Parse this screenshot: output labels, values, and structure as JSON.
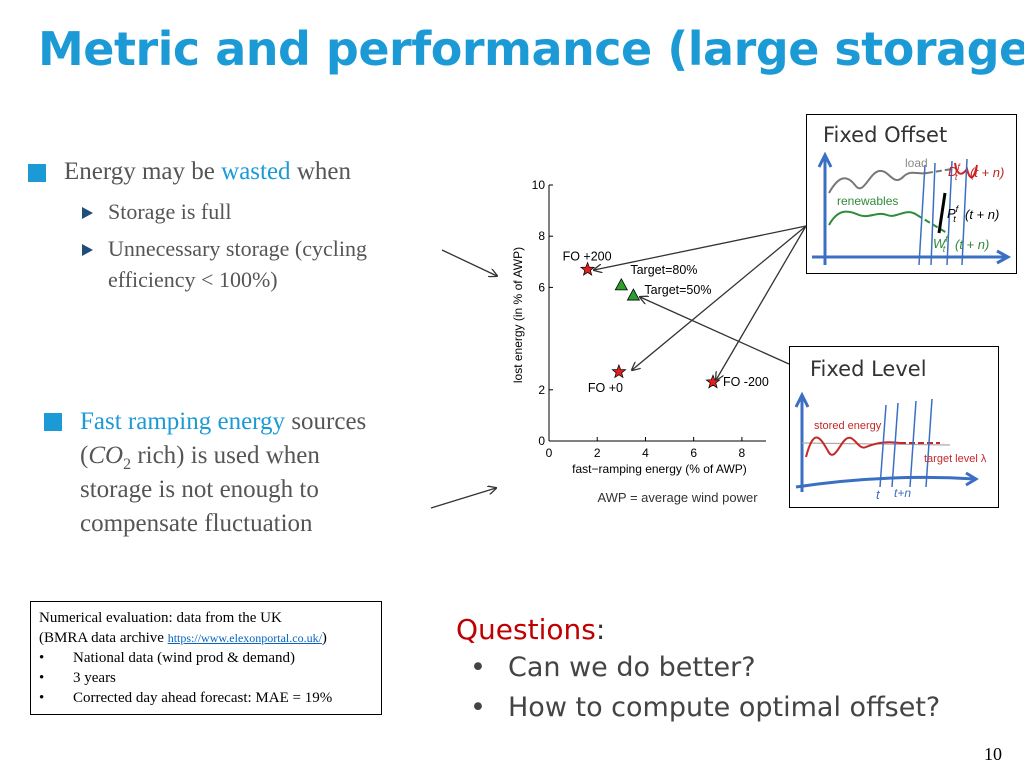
{
  "slide": {
    "title": "Metric and performance (large storage)",
    "page_number": "10"
  },
  "bullets": {
    "b1_pre": "Energy may be ",
    "b1_accent": "wasted",
    "b1_post": " when",
    "sub1": "Storage is full",
    "sub2_line1": "Unnecessary storage (cycling",
    "sub2_line2": "efficiency < 100%)",
    "b2_accent": "Fast ramping energy",
    "b2_line1_post": " sources",
    "b2_line2_pre": "(",
    "b2_co": "CO",
    "b2_sub": "2",
    "b2_line2_post": " rich) is used when",
    "b2_line3": "storage is not enough to",
    "b2_line4": "compensate fluctuation"
  },
  "infobox": {
    "line1": "Numerical evaluation: data from the UK",
    "line2_pre": "(BMRA data archive ",
    "link": "https://www.elexonportal.co.uk/",
    "line2_post": ")",
    "items": [
      "National data (wind prod & demand)",
      "3 years",
      "Corrected day ahead forecast: MAE = 19%"
    ]
  },
  "questions": {
    "title": "Questions",
    "colon": ":",
    "items": [
      "Can we do better?",
      "How to compute optimal offset?"
    ]
  },
  "chart_data": {
    "type": "scatter",
    "xlabel": "fast−ramping energy (% of AWP)",
    "ylabel": "lost energy (in % of AWP)",
    "xlim": [
      0,
      9
    ],
    "ylim": [
      0,
      10
    ],
    "xticks": [
      0,
      2,
      4,
      6,
      8
    ],
    "yticks": [
      0,
      2,
      6,
      8,
      10
    ],
    "caption": "AWP = average wind power",
    "points": [
      {
        "label": "FO +200",
        "x": 1.6,
        "y": 6.7,
        "marker": "star"
      },
      {
        "label": "FO +0",
        "x": 2.9,
        "y": 2.7,
        "marker": "star"
      },
      {
        "label": "FO -200",
        "x": 6.8,
        "y": 2.3,
        "marker": "star"
      },
      {
        "label": "Target=80%",
        "x": 3.0,
        "y": 6.1,
        "marker": "triangle"
      },
      {
        "label": "Target=50%",
        "x": 3.5,
        "y": 5.7,
        "marker": "triangle"
      }
    ],
    "colors": {
      "star": "#e02020",
      "triangle": "#2ca02c"
    }
  },
  "panels": {
    "fixed_offset": {
      "title": "Fixed Offset",
      "load": "load",
      "renewables": "renewables",
      "d_sym": "D",
      "p_sym": "P",
      "w_sym": "W",
      "f_sup": "f",
      "t_sub": "t",
      "tn": "(t + n)"
    },
    "fixed_level": {
      "title": "Fixed Level",
      "stored": "stored energy",
      "target": "target level λ",
      "t": "t",
      "tn": "t+n"
    }
  }
}
